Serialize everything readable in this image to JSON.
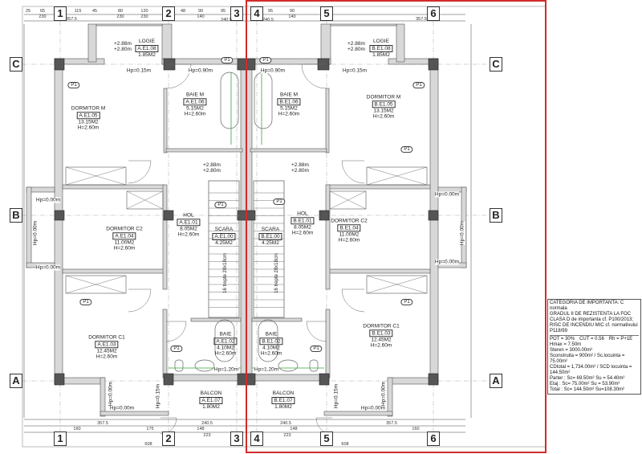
{
  "axes": {
    "columns": [
      "1",
      "2",
      "3",
      "4",
      "5",
      "6"
    ],
    "rows": [
      "C",
      "B",
      "A"
    ]
  },
  "levels": {
    "upper": "+2.88m",
    "lower": "+2.80m"
  },
  "unit_a": {
    "logia": {
      "name": "LOGIE",
      "code": "A.E1.08",
      "area": "1.85M2"
    },
    "master_bedroom": {
      "name": "DORMITOR M",
      "code": "A.E1.05",
      "area": "13.15M2",
      "height": "H=2.60m"
    },
    "master_bath": {
      "name": "BAIE M",
      "code": "A.E1.06",
      "area": "5.15M2",
      "height": "H=2.60m"
    },
    "bedroom_c2": {
      "name": "DORMITOR C2",
      "code": "A.E1.04",
      "area": "11.00M2",
      "height": "H=2.60m"
    },
    "hall": {
      "name": "HOL",
      "code": "A.E1.01",
      "area": "8.05M2",
      "height": "H=2.60m"
    },
    "stair": {
      "name": "SCARA",
      "code": "A.E1.00",
      "area": "4.25M2",
      "steps": "16 trepte  28x18cm"
    },
    "bedroom_c1": {
      "name": "DORMITOR C1",
      "code": "A.E1.03",
      "area": "12.45M2",
      "height": "H=2.60m"
    },
    "bath": {
      "name": "BAIE",
      "code": "A.E1.02",
      "area": "4.10M2",
      "height": "H=2.60m"
    },
    "balcony": {
      "name": "BALCON",
      "code": "A.E1.07",
      "area": "1.80M2"
    },
    "sill_heights": [
      "Hp=0.15m",
      "Hp=0.90m",
      "Hp=0.00m",
      "Hp=0.00m",
      "Hp=0.00m",
      "Hp=1.20m",
      "Hp=0.15m",
      "Hp=0.00m",
      "Hp=0.00m"
    ]
  },
  "unit_b": {
    "logia": {
      "name": "LOGIE",
      "code": "B.E1.08",
      "area": "1.85M2"
    },
    "master_bedroom": {
      "name": "DORMITOR M",
      "code": "B.E1.05",
      "area": "13.15M2",
      "height": "H=2.60m"
    },
    "master_bath": {
      "name": "BAIE M",
      "code": "B.E1.06",
      "area": "5.15M2",
      "height": "H=2.60m"
    },
    "bedroom_c2": {
      "name": "DORMITOR C2",
      "code": "B.E1.04",
      "area": "11.00M2",
      "height": "H=2.60m"
    },
    "hall": {
      "name": "HOL",
      "code": "B.E1.01",
      "area": "8.05M2",
      "height": "H=2.60m"
    },
    "stair": {
      "name": "SCARA",
      "code": "B.E1.00",
      "area": "4.25M2",
      "steps": "16 trepte  28x18cm"
    },
    "bedroom_c1": {
      "name": "DORMITOR C1",
      "code": "B.E1.03",
      "area": "12.45M2",
      "height": "H=2.60m"
    },
    "bath": {
      "name": "BAIE",
      "code": "B.E1.02",
      "area": "4.10M2",
      "height": "H=2.60m"
    },
    "balcony": {
      "name": "BALCON",
      "code": "B.E1.07",
      "area": "1.80M2"
    },
    "sill_heights": [
      "Hp=0.90m",
      "Hp=0.15m",
      "Hp=0.00m",
      "Hp=0.00m",
      "Hp=0.00m",
      "Hp=1.20m",
      "Hp=0.15m",
      "Hp=0.00m",
      "Hp=0.00m"
    ]
  },
  "door_tag": "P1",
  "dimensions": {
    "top": [
      "25",
      "65",
      "230",
      "115",
      "45",
      "80",
      "230",
      "120",
      "230",
      "357.5",
      "240.5",
      "48",
      "90",
      "140",
      "95",
      "240.5",
      "95",
      "140",
      "90",
      "357.5"
    ],
    "bottom": [
      "357.5",
      "240.5",
      "240.5",
      "357.5",
      "608",
      "608",
      "160",
      "175",
      "148",
      "223",
      "223",
      "148",
      "160"
    ]
  },
  "legend": {
    "category": "CATEGORIA DE IMPORTANTA: C normala",
    "fire": "GRADUL II DE REZISTENTA LA FOC",
    "class": "CLASA D de importanta cf. P100/2013; RISC DE INCENDIU MIC cf. normativului P118/99",
    "pot": "POT = 30%",
    "cut": "CUT = 0.56",
    "rh": "Rh = P+1E",
    "hmax": "Hmax = 7.50m",
    "s_teren": "Steren = 3000.00m²",
    "s_constr": "Sconstruita = 900m²  /  Sc.locuinta = 75.00m²",
    "scd": "CDtotal = 1,734.00m²  /  SCD locuinta = 144.50m²",
    "parter": "Parter : Sc= 69.50m²  Su = 54.40m²",
    "etaj": "Etaj : Sc= 75.00m²  Su = 53.90m²",
    "total": "Total : Sc= 144.50m²  Su=108.30m²"
  },
  "colors": {
    "highlight": "#d42a2a",
    "wall": "#9a9a9a",
    "column": "#555555",
    "fixture": "#3aa43a"
  }
}
